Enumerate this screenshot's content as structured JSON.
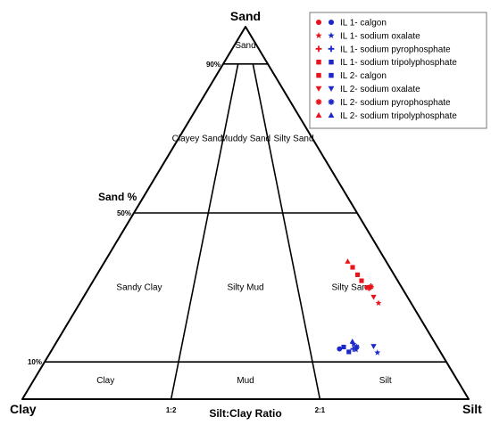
{
  "chart_data": {
    "type": "scatter",
    "subtype": "ternary",
    "vertices": {
      "top": "Sand",
      "left": "Clay",
      "right": "Silt"
    },
    "axis_labels": {
      "sand": "Sand %",
      "ratio": "Silt:Clay Ratio"
    },
    "sand_ticks": [
      "90%",
      "50%",
      "10%"
    ],
    "sand_tick_values": [
      90,
      50,
      10
    ],
    "ratio_ticks": [
      "1:2",
      "2:1"
    ],
    "ratio_tick_values": [
      0.3333,
      0.6667
    ],
    "regions": [
      {
        "label": "Sand",
        "sand": 95,
        "silt_fraction": 0.5
      },
      {
        "label": "Clayey Sand",
        "sand": 70,
        "silt_fraction": 0.14
      },
      {
        "label": "Muddy Sand",
        "sand": 70,
        "silt_fraction": 0.5
      },
      {
        "label": "Silty Sand",
        "sand": 70,
        "silt_fraction": 0.86
      },
      {
        "label": "Sandy Clay",
        "sand": 30,
        "silt_fraction": 0.16
      },
      {
        "label": "Silty Mud",
        "sand": 30,
        "silt_fraction": 0.5
      },
      {
        "label": "Silty Sand",
        "sand": 30,
        "silt_fraction": 0.84
      },
      {
        "label": "Clay",
        "sand": 5,
        "silt_fraction": 0.17
      },
      {
        "label": "Mud",
        "sand": 5,
        "silt_fraction": 0.5
      },
      {
        "label": "Silt",
        "sand": 5,
        "silt_fraction": 0.83
      }
    ],
    "colors": {
      "IL 1": "#e8141c",
      "IL 2": "#1c28c8"
    },
    "legend_position": "top-right",
    "legend": [
      {
        "label": "IL 1- calgon",
        "marker": "circle"
      },
      {
        "label": "IL 1- sodium oxalate",
        "marker": "star"
      },
      {
        "label": "IL 1- sodium pyrophosphate",
        "marker": "plus"
      },
      {
        "label": "IL 1- sodium tripolyphosphate",
        "marker": "square"
      },
      {
        "label": "IL 2- calgon",
        "marker": "square"
      },
      {
        "label": "IL 2- sodium oxalate",
        "marker": "triangle-down"
      },
      {
        "label": "IL 2- sodium pyrophosphate",
        "marker": "asterisk"
      },
      {
        "label": "IL 2- sodium tripolyphosphate",
        "marker": "triangle-up"
      }
    ],
    "points": [
      {
        "group": "IL 1",
        "marker": "triangle-up",
        "sand": 37.0,
        "silt": 54.4,
        "clay": 8.6
      },
      {
        "group": "IL 1",
        "marker": "square",
        "sand": 35.4,
        "silt": 56.3,
        "clay": 8.3
      },
      {
        "group": "IL 1",
        "marker": "square",
        "sand": 33.4,
        "silt": 58.4,
        "clay": 8.2
      },
      {
        "group": "IL 1",
        "marker": "square",
        "sand": 31.8,
        "silt": 60.1,
        "clay": 8.1
      },
      {
        "group": "IL 1",
        "marker": "circle",
        "sand": 30.0,
        "silt": 62.2,
        "clay": 7.8
      },
      {
        "group": "IL 1",
        "marker": "plus",
        "sand": 29.8,
        "silt": 62.8,
        "clay": 7.4
      },
      {
        "group": "IL 1",
        "marker": "asterisk",
        "sand": 30.2,
        "silt": 63.0,
        "clay": 6.8
      },
      {
        "group": "IL 1",
        "marker": "triangle-down",
        "sand": 27.4,
        "silt": 65.0,
        "clay": 7.6
      },
      {
        "group": "IL 1",
        "marker": "star",
        "sand": 25.8,
        "silt": 66.9,
        "clay": 7.3
      },
      {
        "group": "IL 2",
        "marker": "triangle-up",
        "sand": 15.5,
        "silt": 66.2,
        "clay": 18.3
      },
      {
        "group": "IL 2",
        "marker": "star",
        "sand": 14.8,
        "silt": 66.8,
        "clay": 18.4
      },
      {
        "group": "IL 2",
        "marker": "square",
        "sand": 14.0,
        "silt": 65.0,
        "clay": 21.0
      },
      {
        "group": "IL 2",
        "marker": "circle",
        "sand": 13.5,
        "silt": 64.3,
        "clay": 22.2
      },
      {
        "group": "IL 2",
        "marker": "square",
        "sand": 12.7,
        "silt": 66.8,
        "clay": 20.5
      },
      {
        "group": "IL 2",
        "marker": "plus",
        "sand": 13.5,
        "silt": 67.4,
        "clay": 19.1
      },
      {
        "group": "IL 2",
        "marker": "star",
        "sand": 13.3,
        "silt": 68.1,
        "clay": 18.6
      },
      {
        "group": "IL 2",
        "marker": "asterisk",
        "sand": 14.0,
        "silt": 67.9,
        "clay": 18.1
      },
      {
        "group": "IL 2",
        "marker": "triangle-down",
        "sand": 14.2,
        "silt": 71.6,
        "clay": 14.2
      },
      {
        "group": "IL 2",
        "marker": "star",
        "sand": 12.5,
        "silt": 73.3,
        "clay": 14.2
      }
    ]
  }
}
